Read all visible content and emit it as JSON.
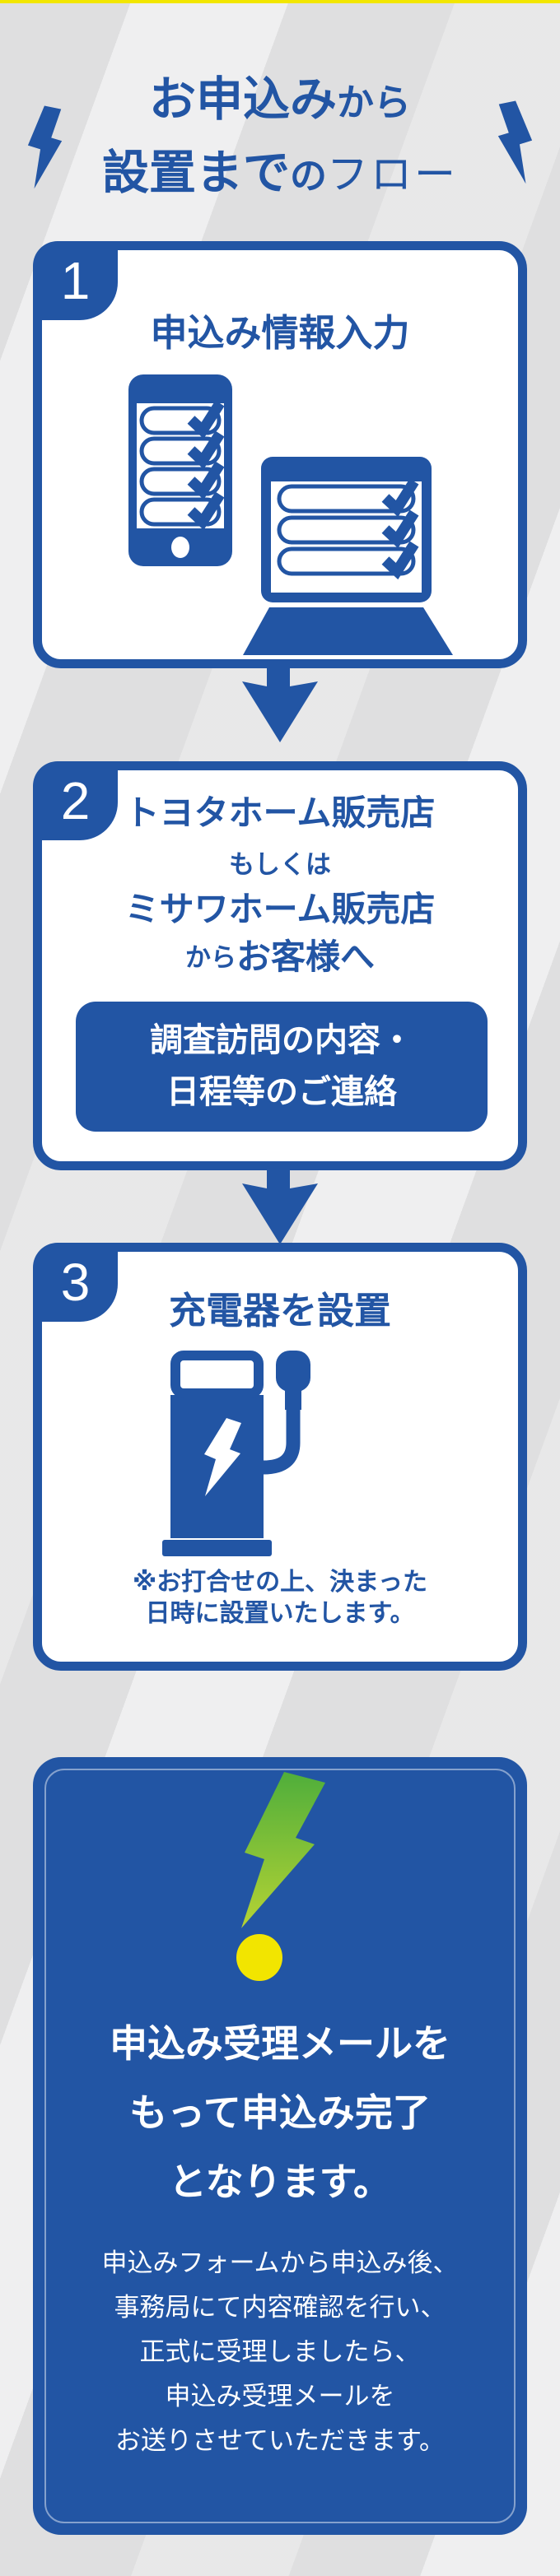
{
  "header": {
    "line1_strong": "お申込み",
    "line1_light": "から",
    "line2_strong": "設置まで",
    "line2_mid": "の",
    "line2_light": "フロー"
  },
  "steps": [
    {
      "number": "1",
      "title": "申込み情報入力"
    },
    {
      "number": "2",
      "line1": "トヨタホーム販売店",
      "line2": "もしくは",
      "line3": "ミサワホーム販売店",
      "line4_light": "から",
      "line4_strong": "お客様へ",
      "callout_line1": "調査訪問の内容・",
      "callout_line2": "日程等のご連絡"
    },
    {
      "number": "3",
      "title": "充電器を設置",
      "note_line1": "※お打合せの上、決まった",
      "note_line2": "日時に設置いたします。"
    }
  ],
  "result": {
    "heading_line1": "申込み受理メールを",
    "heading_line2": "もって申込み完了",
    "heading_line3": "となります。",
    "body_lines": [
      "申込みフォームから申込み後、",
      "事務局にて内容確認を行い、",
      "正式に受理しましたら、",
      "申込み受理メールを",
      "お送りさせていただきます。"
    ]
  },
  "icons": [
    "lightning-bolt-icon",
    "checklist-phone-icon",
    "checklist-laptop-icon",
    "flow-arrow-icon",
    "ev-charger-icon",
    "exclamation-bolt-icon"
  ],
  "colors": {
    "primary_blue": "#2255a4",
    "strip_yellow": "#f2e600",
    "bolt_green_top": "#4fae3b",
    "bolt_green_bottom": "#b5d334",
    "dot_yellow": "#f2e500",
    "card_white": "#ffffff",
    "background_gray": "#dfdfe0"
  }
}
